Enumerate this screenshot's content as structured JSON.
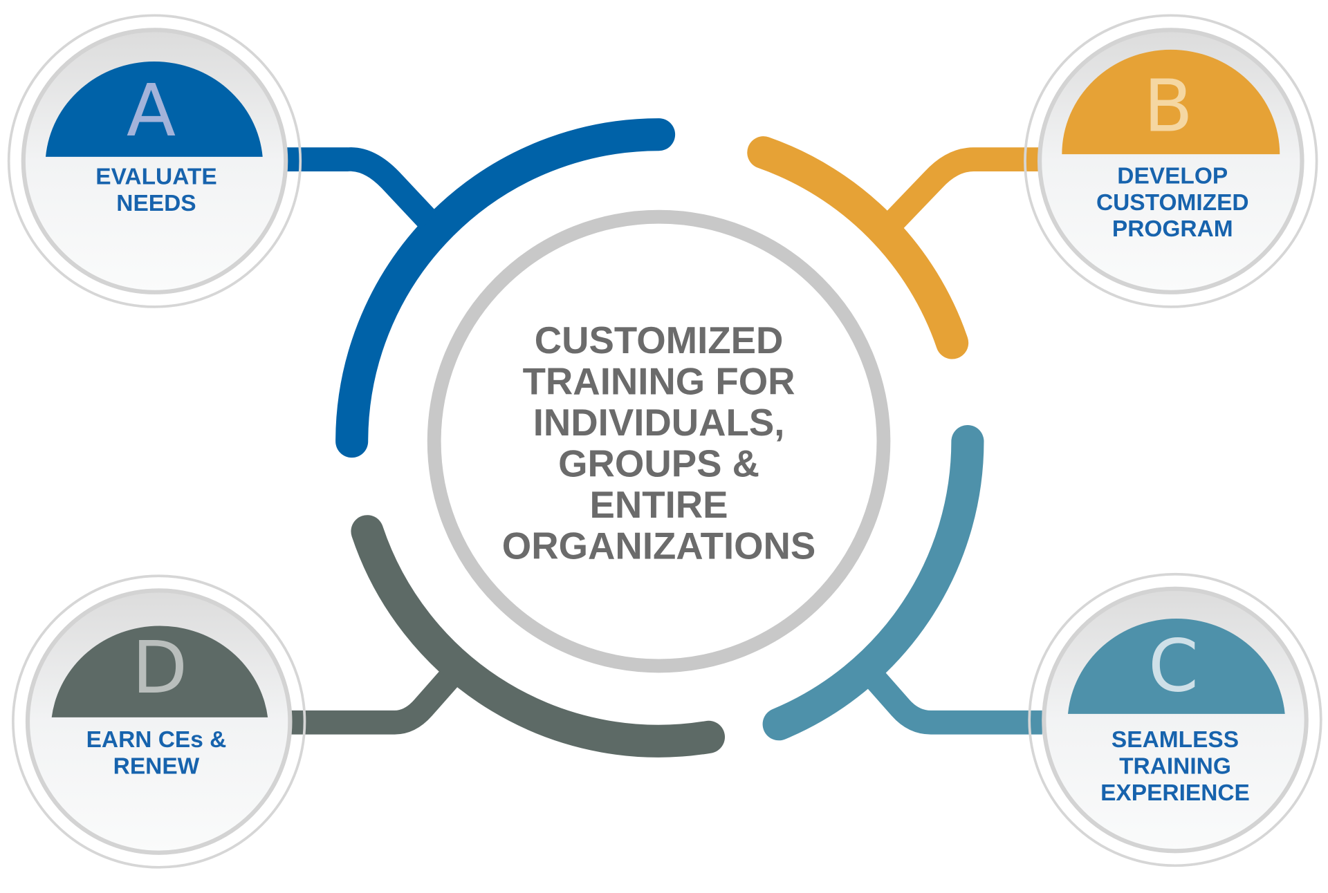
{
  "center": {
    "lines": [
      "CUSTOMIZED",
      "TRAINING FOR",
      "INDIVIDUALS,",
      "GROUPS &",
      "ENTIRE",
      "ORGANIZATIONS"
    ]
  },
  "steps": [
    {
      "letter": "A",
      "lines": [
        "EVALUATE",
        "NEEDS"
      ],
      "color": "#0062a8",
      "letter_color": "#a3b3da"
    },
    {
      "letter": "B",
      "lines": [
        "DEVELOP",
        "CUSTOMIZED",
        "PROGRAM"
      ],
      "color": "#e6a236",
      "letter_color": "#f5d7a2"
    },
    {
      "letter": "C",
      "lines": [
        "SEAMLESS",
        "TRAINING",
        "EXPERIENCE"
      ],
      "color": "#4e91aa",
      "letter_color": "#cfe0e8"
    },
    {
      "letter": "D",
      "lines": [
        "EARN CEs &",
        "RENEW"
      ],
      "color": "#5d6a66",
      "letter_color": "#b9bebc"
    }
  ],
  "colors": {
    "label_text": "#1763ad",
    "center_text": "#6b6b6b",
    "center_ring": "#c8c8c8"
  }
}
